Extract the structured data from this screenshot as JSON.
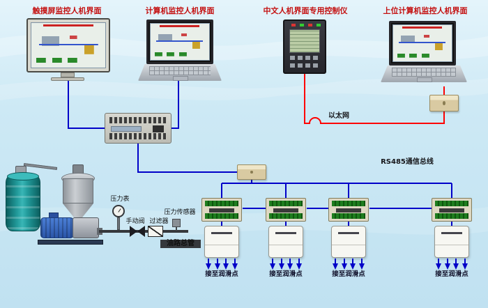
{
  "colors": {
    "line_blue": "#0000c8",
    "line_red": "#ff0000",
    "label_red": "#c41111",
    "background": "#cde9f5",
    "drum_teal": "#219a9a",
    "motor_blue": "#2a55a8"
  },
  "labels": {
    "touchscreen": "触摸屏监控人机界面",
    "computer": "计算机监控人机界面",
    "controller": "中文人机界面专用控制仪",
    "host": "上位计算机监控人机界面",
    "ethernet": "以太网",
    "rs485_bus": "RS485通信总线",
    "pressure_gauge": "压力表",
    "manual_valve": "手动阀",
    "filter": "过滤器",
    "pressure_sensor": "压力传感器",
    "oil_main_pipe": "油路总管"
  },
  "lube_units": [
    {
      "outlet_label": "接至润滑点"
    },
    {
      "outlet_label": "接至润滑点"
    },
    {
      "outlet_label": "接至润滑点"
    },
    {
      "outlet_label": "接至润滑点"
    }
  ]
}
